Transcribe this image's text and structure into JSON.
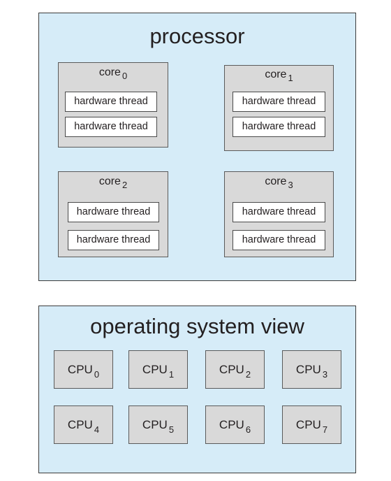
{
  "processor": {
    "title": "processor",
    "cores": [
      {
        "label": "core",
        "index": "0",
        "threads": [
          "hardware thread",
          "hardware thread"
        ]
      },
      {
        "label": "core",
        "index": "1",
        "threads": [
          "hardware thread",
          "hardware thread"
        ]
      },
      {
        "label": "core",
        "index": "2",
        "threads": [
          "hardware thread",
          "hardware thread"
        ]
      },
      {
        "label": "core",
        "index": "3",
        "threads": [
          "hardware thread",
          "hardware thread"
        ]
      }
    ]
  },
  "os_view": {
    "title": "operating system view",
    "cpus": [
      {
        "label": "CPU",
        "index": "0"
      },
      {
        "label": "CPU",
        "index": "1"
      },
      {
        "label": "CPU",
        "index": "2"
      },
      {
        "label": "CPU",
        "index": "3"
      },
      {
        "label": "CPU",
        "index": "4"
      },
      {
        "label": "CPU",
        "index": "5"
      },
      {
        "label": "CPU",
        "index": "6"
      },
      {
        "label": "CPU",
        "index": "7"
      }
    ]
  },
  "colors": {
    "panel_fill": "#d6ecf8",
    "box_fill": "#d9d9d9",
    "thread_fill": "#ffffff",
    "border": "#3c3c3c"
  }
}
